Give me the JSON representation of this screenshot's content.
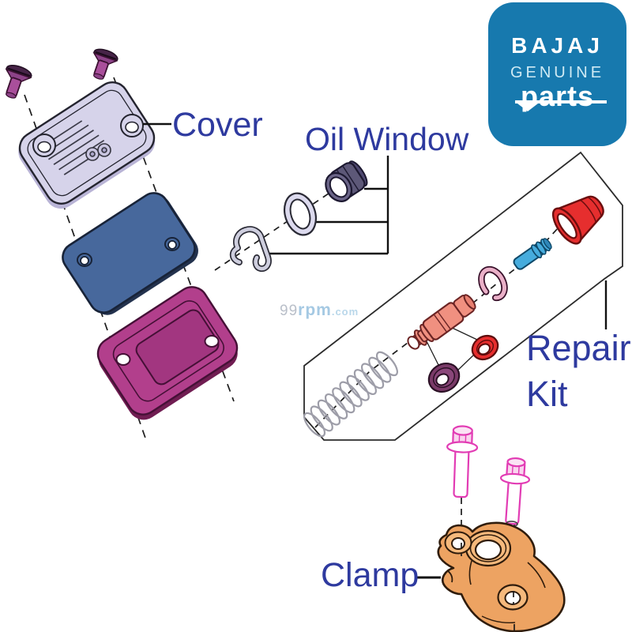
{
  "canvas": {
    "bg": "#ffffff"
  },
  "colors": {
    "canvas": "#ffffff",
    "label": "#2e3a9f",
    "logo-bg": "#1779ae",
    "logo-text": "#ffffff",
    "logo-genuine": "#cfeaf4",
    "watermark-num": "#b9bfc9",
    "watermark-rpm": "#a5c9e3",
    "watermark-com": "#b9d7ea"
  },
  "labels": {
    "cover": "Cover",
    "oil_window": "Oil Window",
    "repair_kit_line1": "Repair",
    "repair_kit_line2": "Kit",
    "clamp": "Clamp"
  },
  "logo": {
    "brand": "BAJAJ",
    "genuine": "GENUINE",
    "parts": "parts"
  },
  "watermark": {
    "number": "99",
    "name": "rpm",
    "tld": ".com"
  },
  "parts": [
    {
      "id": "cover-screw",
      "qty": 2,
      "color": "#a94f9b"
    },
    {
      "id": "reservoir-cover",
      "qty": 1,
      "color": "#d6d3ea"
    },
    {
      "id": "gasket-plate",
      "qty": 1,
      "color": "#47689c"
    },
    {
      "id": "diaphragm",
      "qty": 1,
      "color": "#b23f8c"
    },
    {
      "id": "oil-window-clip",
      "qty": 1,
      "color": "#cecede"
    },
    {
      "id": "oil-window-washer",
      "qty": 1,
      "color": "#dcdaee"
    },
    {
      "id": "oil-window",
      "qty": 1,
      "color": "#5d5878"
    },
    {
      "id": "return-spring",
      "qty": 1,
      "color": "#a0a0aa"
    },
    {
      "id": "piston",
      "qty": 1,
      "color": "#f09080"
    },
    {
      "id": "cup-seal",
      "qty": 1,
      "color": "#7a3a68"
    },
    {
      "id": "seal-washer",
      "qty": 1,
      "color": "#e62e2e"
    },
    {
      "id": "circlip",
      "qty": 1,
      "color": "#eab0c8"
    },
    {
      "id": "push-rod",
      "qty": 1,
      "color": "#46acdd"
    },
    {
      "id": "rubber-boot",
      "qty": 1,
      "color": "#e62e2e"
    },
    {
      "id": "clamp-bolt",
      "qty": 2,
      "color": "#e23cb4"
    },
    {
      "id": "handlebar-clamp",
      "qty": 1,
      "color": "#eda362"
    }
  ]
}
